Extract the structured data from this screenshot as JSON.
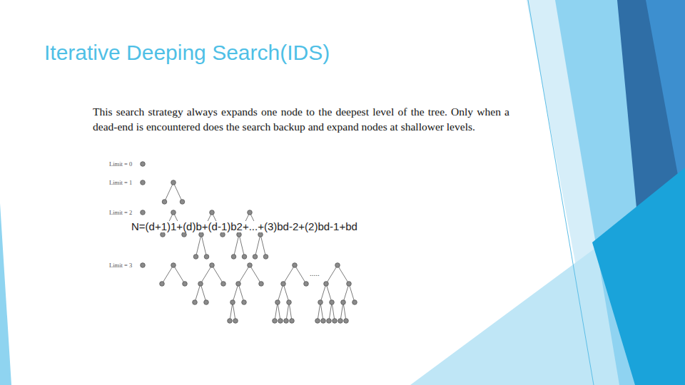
{
  "diagram": {
    "title": "Iterative Deeping Search(IDS)",
    "labels": [
      "This search strategy always expands one node to the deepest level of the tree. Only when a dead-end is encountered does the search backup and expand nodes at shallower levels.",
      "Limit = 0",
      "Limit = 1",
      "Limit = 2",
      "N=(d+1)1+(d)b+(d-1)b2+...+(3)bd-2+(2)bd-1+bd",
      "Limit = 3",
      "....."
    ]
  }
}
